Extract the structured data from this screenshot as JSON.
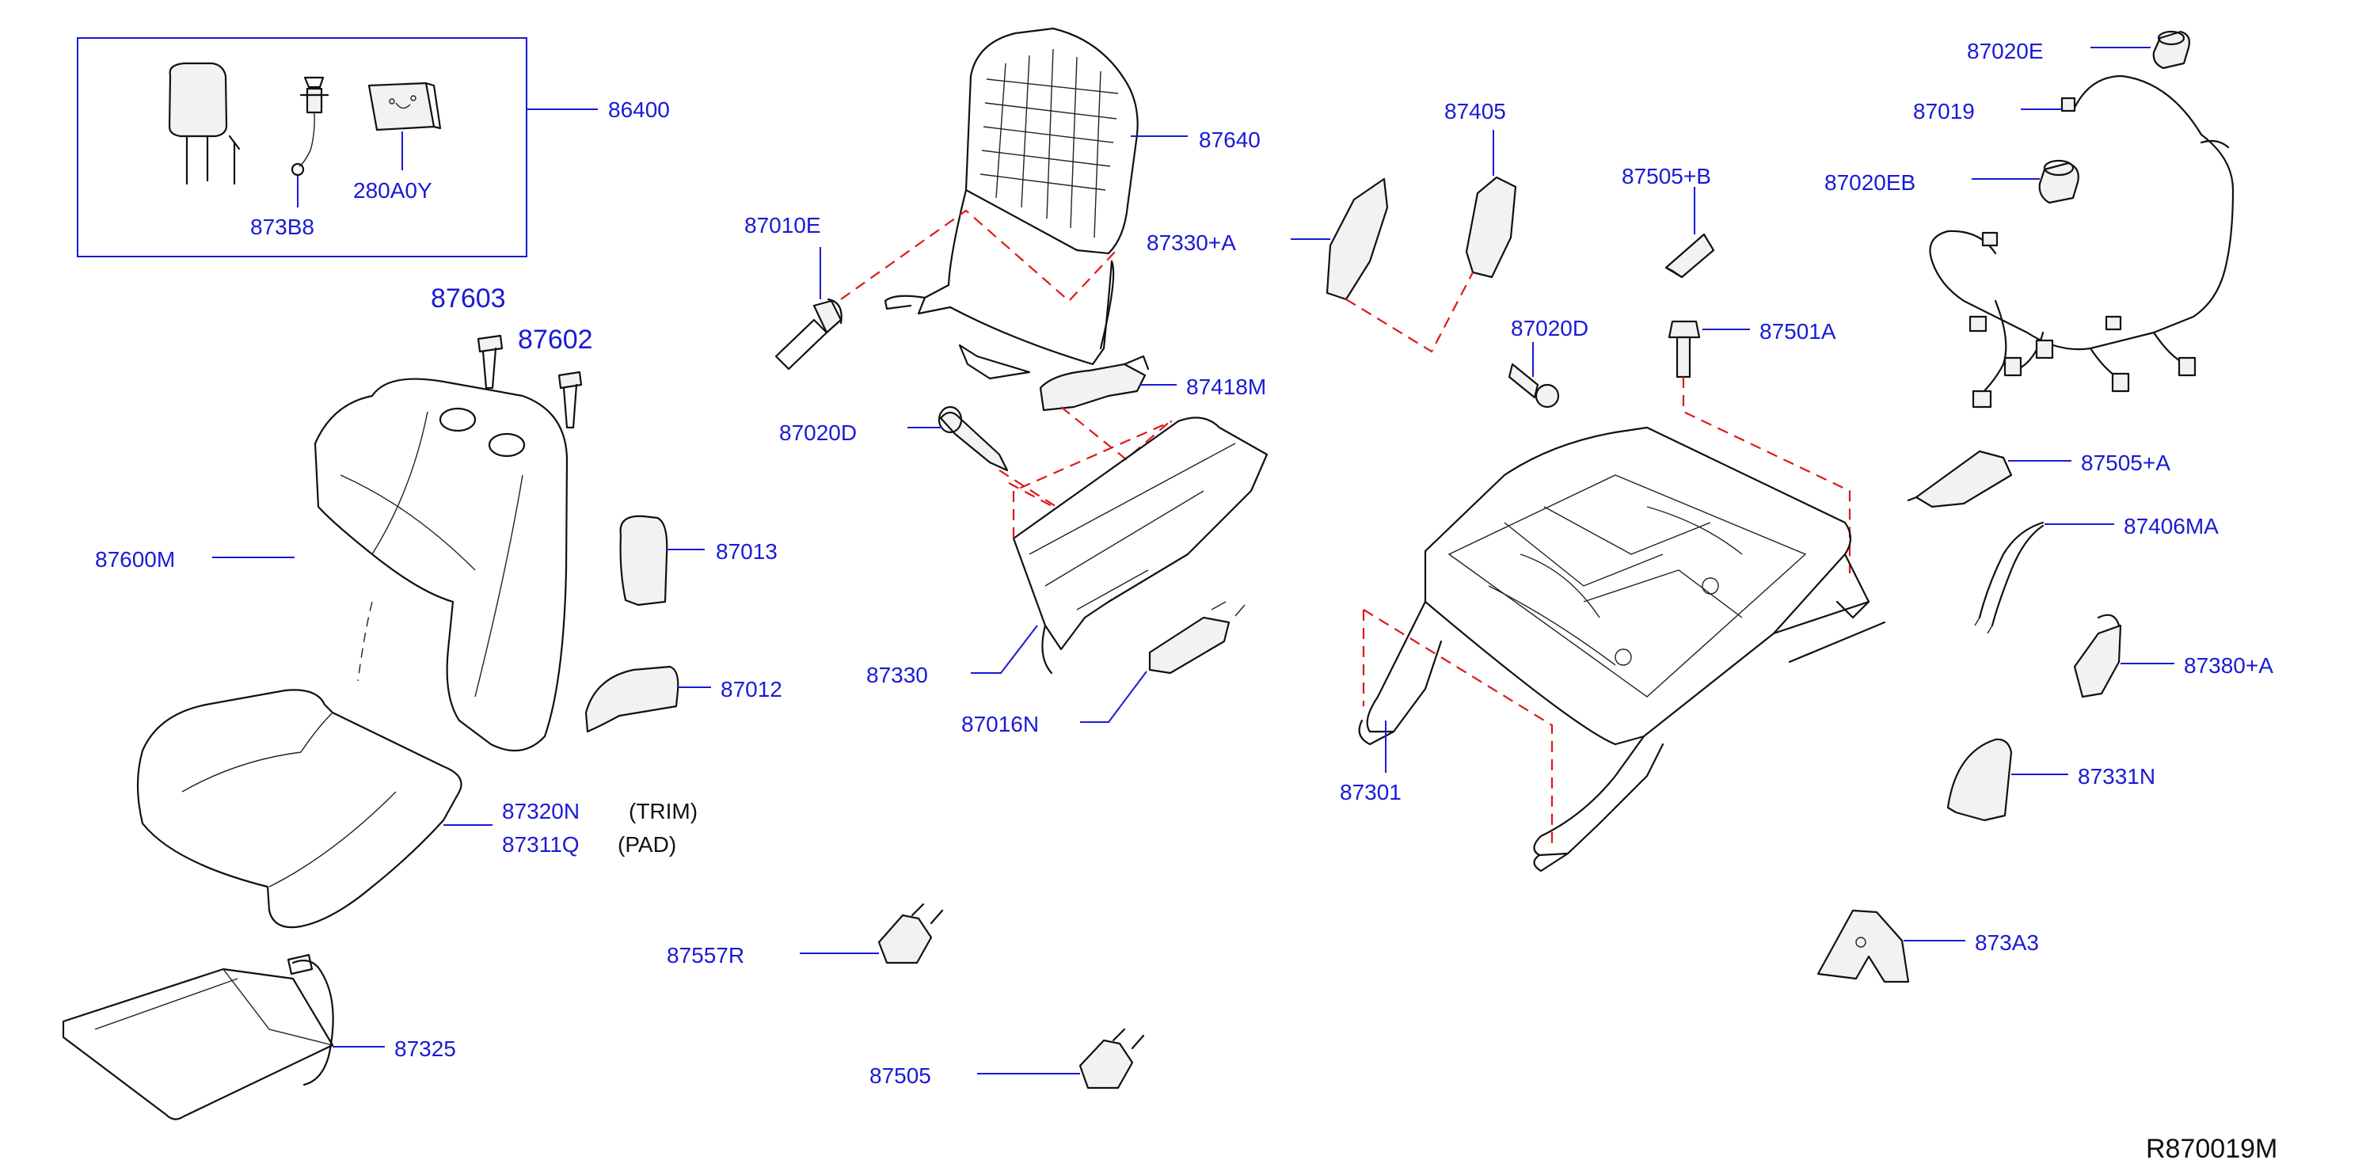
{
  "diagram": {
    "code": "R870019M",
    "colors": {
      "label": "#1a1ad6",
      "assembly_line": "#e01818",
      "part": "#111111"
    },
    "labels": {
      "l86400": "86400",
      "l873B8": "873B8",
      "l280A0Y": "280A0Y",
      "l87603": "87603",
      "l87602": "87602",
      "l87600M": "87600M",
      "l87013": "87013",
      "l87012": "87012",
      "l87320N": "87320N",
      "l87311Q": "87311Q",
      "trim": "(TRIM)",
      "pad": "(PAD)",
      "l87325": "87325",
      "l87640": "87640",
      "l87010E": "87010E",
      "l87418M": "87418M",
      "l87020D_a": "87020D",
      "l87330": "87330",
      "l87016N": "87016N",
      "l87557R": "87557R",
      "l87505": "87505",
      "l87405": "87405",
      "l87330A": "87330+A",
      "l87505B": "87505+B",
      "l87020D_b": "87020D",
      "l87501A": "87501A",
      "l87301": "87301",
      "l87020E": "87020E",
      "l87019": "87019",
      "l87020EB": "87020EB",
      "l87505A": "87505+A",
      "l87406MA": "87406MA",
      "l87380A": "87380+A",
      "l87331N": "87331N",
      "l873A3": "873A3"
    }
  }
}
